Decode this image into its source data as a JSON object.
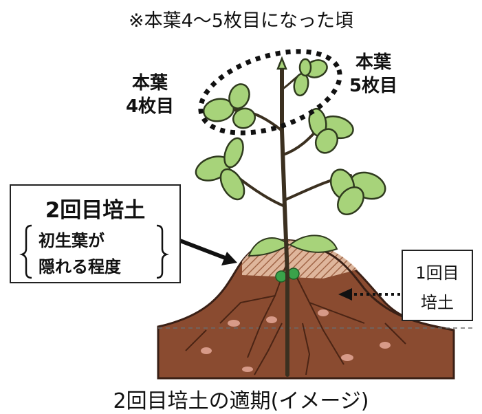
{
  "top_note": "※本葉4～5枚目になった頃",
  "leaf4_label": {
    "line1": "本葉",
    "line2": "4枚目"
  },
  "leaf5_label": {
    "line1": "本葉",
    "line2": "5枚目"
  },
  "second_hilling": {
    "title": "2回目培土",
    "line1": "初生葉が",
    "line2": "隠れる程度"
  },
  "first_hilling": {
    "line1": "1回目",
    "line2": "培土"
  },
  "caption": "2回目培土の適期(イメージ)",
  "colors": {
    "soil": "#8a4b30",
    "soil_dark": "#5a2e1c",
    "hatch": "#d8aa8e",
    "leaf": "#a7d37a",
    "leaf_stroke": "#2f3a1e",
    "stem": "#3b3020"
  }
}
